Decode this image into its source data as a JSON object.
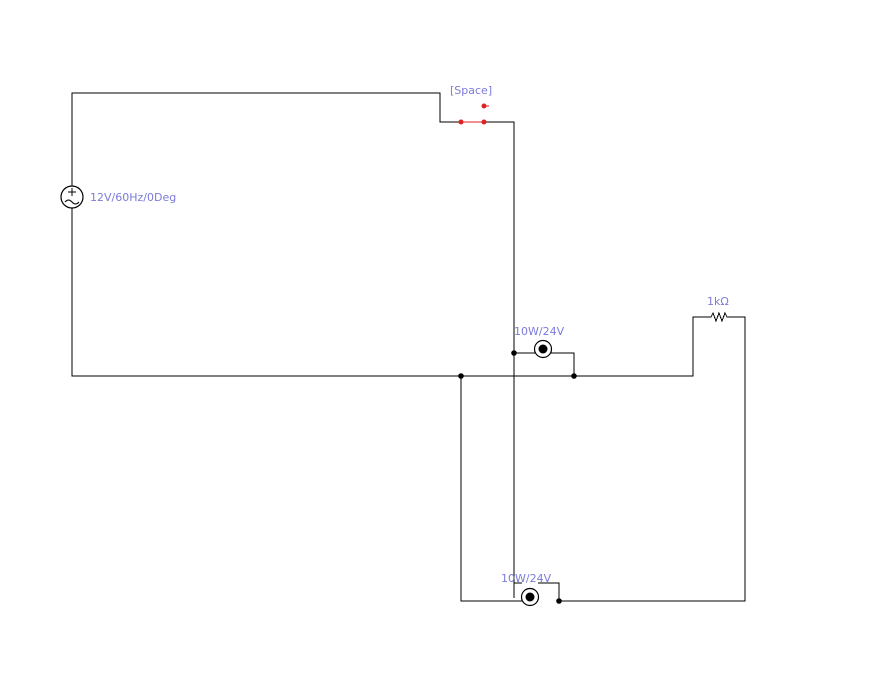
{
  "colors": {
    "wire": "#000000",
    "label": "#7b7bdb",
    "switch": "#e02020",
    "background": "#ffffff"
  },
  "source": {
    "label": "12V/60Hz/0Deg",
    "icon": "ac-voltage-source-icon"
  },
  "switch": {
    "key_label": "[Space]",
    "icon": "toggle-switch-icon"
  },
  "lamp_top": {
    "label": "10W/24V",
    "icon": "lamp-icon"
  },
  "lamp_bottom": {
    "label": "10W/24V",
    "icon": "lamp-icon"
  },
  "resistor": {
    "label": "1kΩ",
    "icon": "resistor-icon"
  }
}
